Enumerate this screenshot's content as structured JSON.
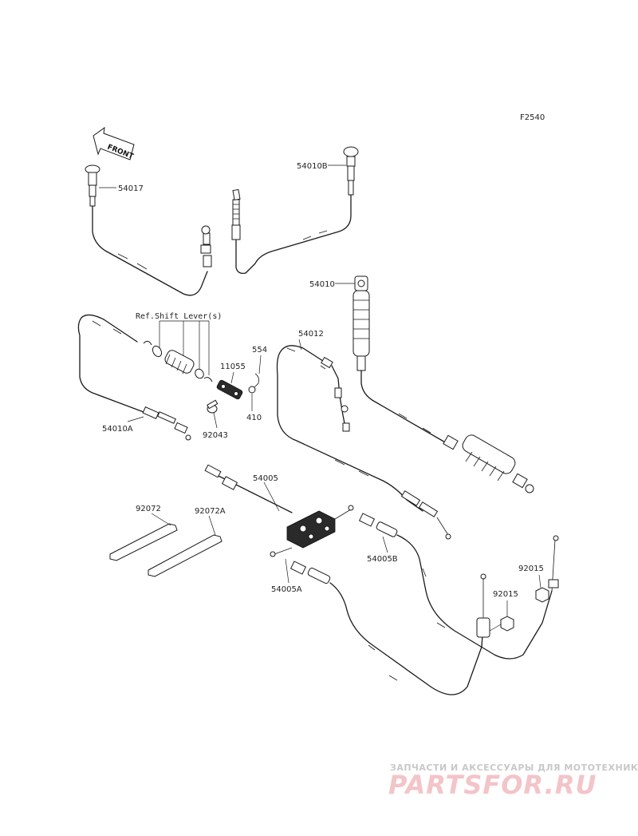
{
  "figure_code": "F2540",
  "front_arrow": {
    "label": "FRONT"
  },
  "ref_note": "Ref.Shift Lever(s)",
  "labels": {
    "p54017": "54017",
    "p54010B": "54010B",
    "p54010": "54010",
    "p54012": "54012",
    "p554": "554",
    "p11055": "11055",
    "p410": "410",
    "p92043": "92043",
    "p54010A": "54010A",
    "p54005": "54005",
    "p92072": "92072",
    "p92072A": "92072A",
    "p54005B": "54005B",
    "p54005A": "54005A",
    "p92015a": "92015",
    "p92015b": "92015"
  },
  "watermark": {
    "top": "ЗАПЧАСТИ И АКСЕССУАРЫ ДЛЯ МОТОТЕХНИКИ",
    "main": "PARTSFOR.RU"
  }
}
